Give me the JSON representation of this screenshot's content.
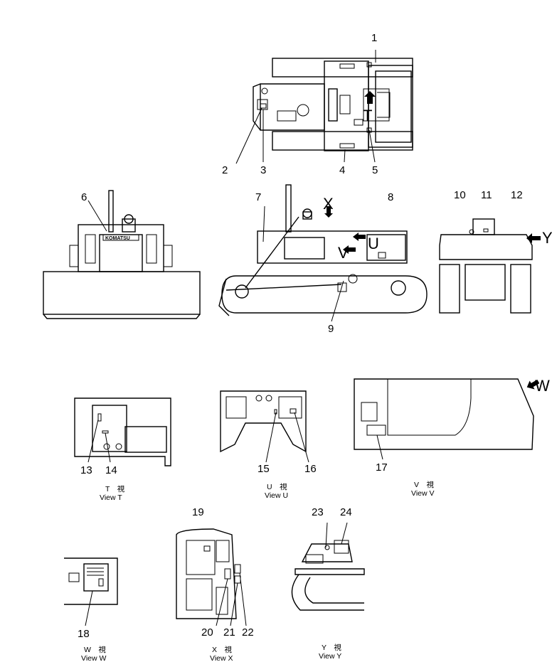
{
  "labels": {
    "n1": "1",
    "n2": "2",
    "n3": "3",
    "n4": "4",
    "n5": "5",
    "n6": "6",
    "n7": "7",
    "n8": "8",
    "n9": "9",
    "n10": "10",
    "n11": "11",
    "n12": "12",
    "n13": "13",
    "n14": "14",
    "n15": "15",
    "n16": "16",
    "n17": "17",
    "n18": "18",
    "n19": "19",
    "n20": "20",
    "n21": "21",
    "n22": "22",
    "n23": "23",
    "n24": "24"
  },
  "view_letters": {
    "T": "T",
    "U": "U",
    "V": "V",
    "W": "W",
    "X": "X",
    "Y": "Y"
  },
  "brand": "KOMATSU",
  "captions": {
    "T": {
      "jp": "T　視",
      "en": "View  T"
    },
    "U": {
      "jp": "U　視",
      "en": "View  U"
    },
    "V": {
      "jp": "V　視",
      "en": "View  V"
    },
    "W": {
      "jp": "W　視",
      "en": "View  W"
    },
    "X": {
      "jp": "X　視",
      "en": "View  X"
    },
    "Y": {
      "jp": "Y　視",
      "en": "View  Y"
    }
  }
}
